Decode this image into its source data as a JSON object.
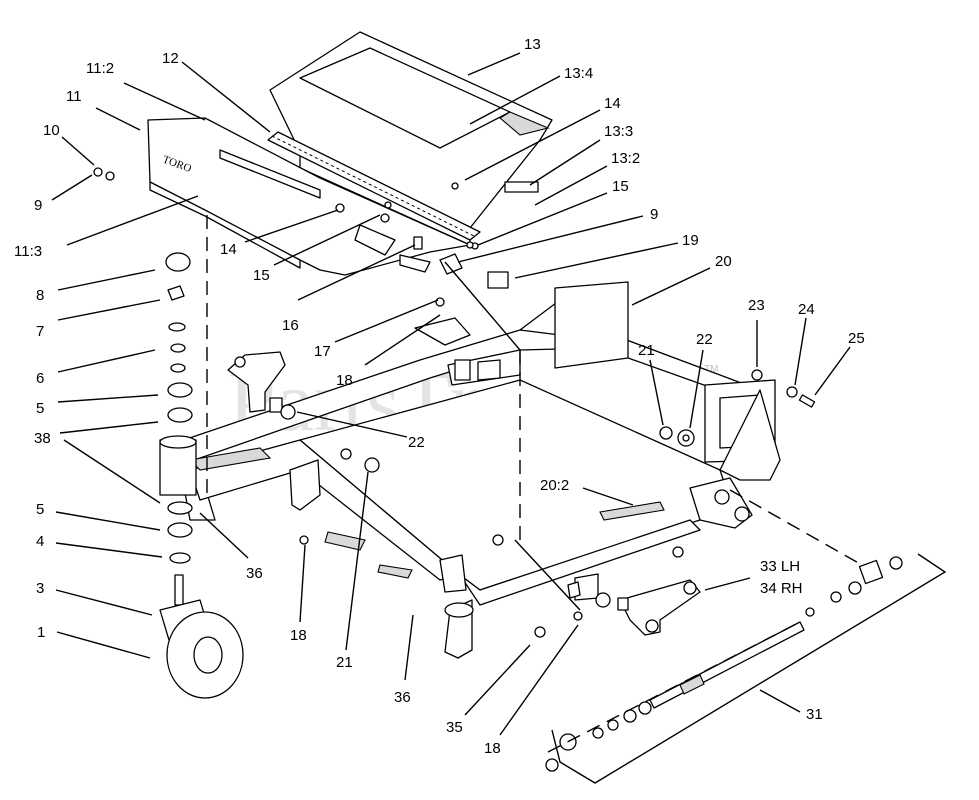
{
  "watermark": {
    "text": "PartsTree",
    "tm": "TM"
  },
  "brand_decal": "TORO",
  "callouts": [
    {
      "id": "c13",
      "label": "13"
    },
    {
      "id": "c13_4",
      "label": "13:4"
    },
    {
      "id": "c12",
      "label": "12"
    },
    {
      "id": "c11_2",
      "label": "11:2"
    },
    {
      "id": "c11",
      "label": "11"
    },
    {
      "id": "c10",
      "label": "10"
    },
    {
      "id": "c9a",
      "label": "9"
    },
    {
      "id": "c14a",
      "label": "14"
    },
    {
      "id": "c13_3",
      "label": "13:3"
    },
    {
      "id": "c13_2",
      "label": "13:2"
    },
    {
      "id": "c15a",
      "label": "15"
    },
    {
      "id": "c9b",
      "label": "9"
    },
    {
      "id": "c19",
      "label": "19"
    },
    {
      "id": "c20",
      "label": "20"
    },
    {
      "id": "c11_3",
      "label": "11:3"
    },
    {
      "id": "c14b",
      "label": "14"
    },
    {
      "id": "c15b",
      "label": "15"
    },
    {
      "id": "c16",
      "label": "16"
    },
    {
      "id": "c17",
      "label": "17"
    },
    {
      "id": "c18a",
      "label": "18"
    },
    {
      "id": "c8",
      "label": "8"
    },
    {
      "id": "c7",
      "label": "7"
    },
    {
      "id": "c6",
      "label": "6"
    },
    {
      "id": "c5a",
      "label": "5"
    },
    {
      "id": "c38",
      "label": "38"
    },
    {
      "id": "c23",
      "label": "23"
    },
    {
      "id": "c24",
      "label": "24"
    },
    {
      "id": "c25",
      "label": "25"
    },
    {
      "id": "c21a",
      "label": "21"
    },
    {
      "id": "c22a",
      "label": "22"
    },
    {
      "id": "c22b",
      "label": "22"
    },
    {
      "id": "c20_2",
      "label": "20:2"
    },
    {
      "id": "c5b",
      "label": "5"
    },
    {
      "id": "c4",
      "label": "4"
    },
    {
      "id": "c36a",
      "label": "36"
    },
    {
      "id": "c3",
      "label": "3"
    },
    {
      "id": "c1",
      "label": "1"
    },
    {
      "id": "c18b",
      "label": "18"
    },
    {
      "id": "c21b",
      "label": "21"
    },
    {
      "id": "c33",
      "label": "33 LH"
    },
    {
      "id": "c34",
      "label": "34 RH"
    },
    {
      "id": "c36b",
      "label": "36"
    },
    {
      "id": "c35",
      "label": "35"
    },
    {
      "id": "c18c",
      "label": "18"
    },
    {
      "id": "c31",
      "label": "31"
    }
  ]
}
